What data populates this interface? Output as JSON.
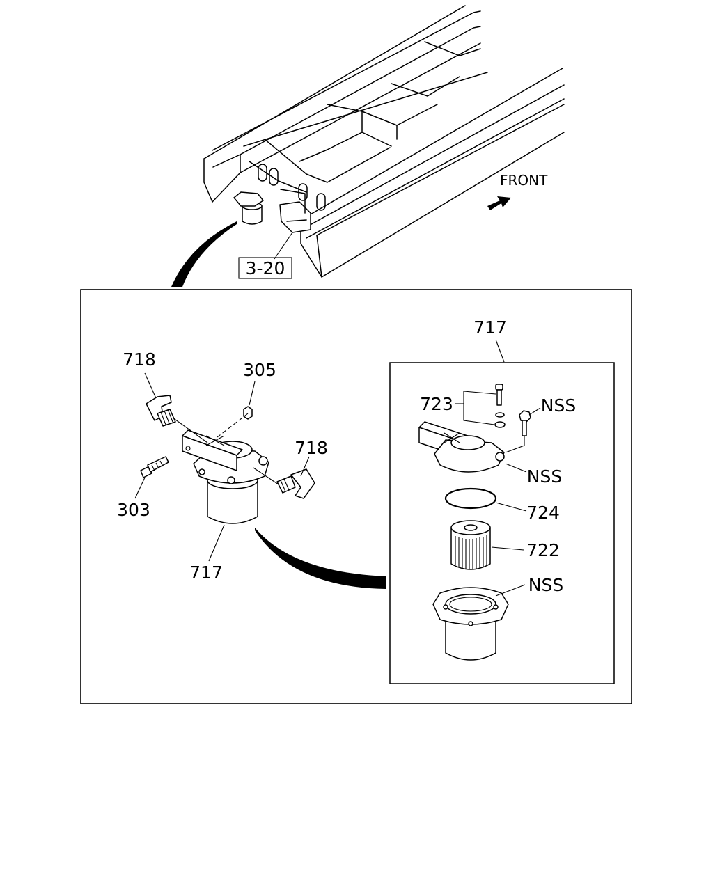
{
  "labels": {
    "front": "FRONT",
    "ref_box": "3-20",
    "p717_main": "717",
    "p717_detail_title": "717",
    "p718_left": "718",
    "p718_right": "718",
    "p305": "305",
    "p303": "303",
    "p723": "723",
    "nss_bolt": "NSS",
    "nss_head": "NSS",
    "p724": "724",
    "p722": "722",
    "nss_bowl": "NSS"
  }
}
